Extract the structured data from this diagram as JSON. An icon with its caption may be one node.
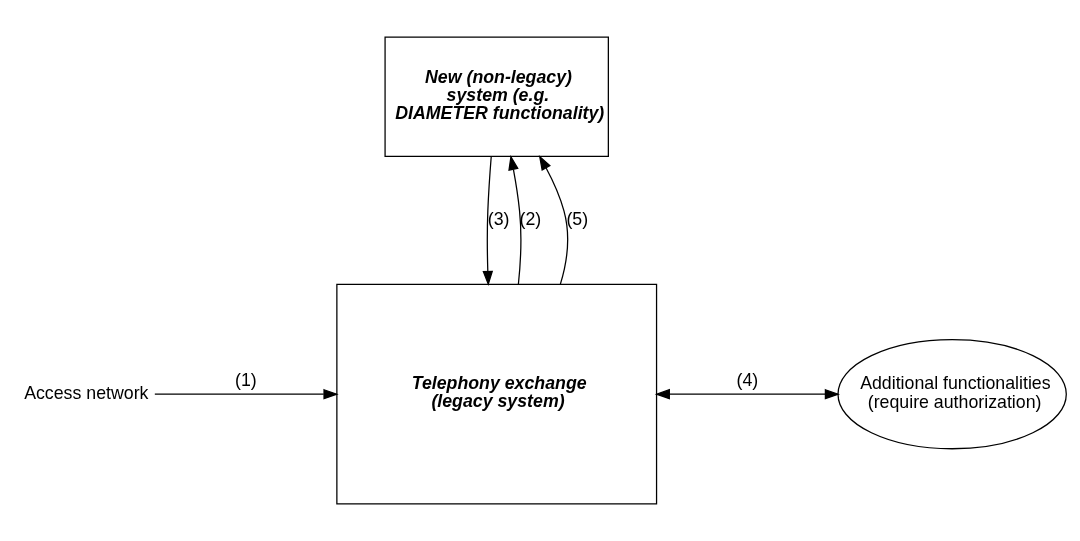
{
  "diagram": {
    "nodes": [
      {
        "text": [
          "New (non-legacy) system (e.g. DIAMETER functionality)"
        ]
      },
      {
        "text": [
          "Additional functionalities (require authorization)"
        ]
      },
      {
        "text": [
          "Access network"
        ]
      },
      {
        "text": [
          "Telephony exchange (legacy system)"
        ]
      }
    ],
    "edges": [
      {
        "from": 2,
        "to": 3,
        "arrow": "to",
        "label": "(1)"
      },
      {
        "from": 3,
        "to": 0,
        "arrow": "to",
        "label": "(2)"
      },
      {
        "from": 0,
        "to": 3,
        "arrow": "to",
        "label": "(3)"
      },
      {
        "from": 3,
        "to": 1,
        "arrow": "both",
        "label": "(4)"
      },
      {
        "from": 3,
        "to": 0,
        "arrow": "to",
        "label": "(5)"
      }
    ]
  }
}
